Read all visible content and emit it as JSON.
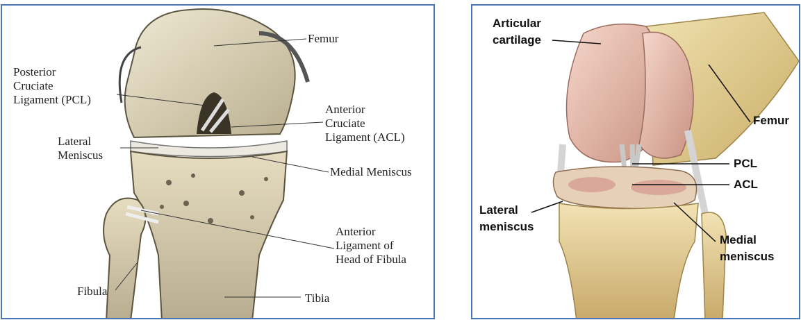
{
  "left_panel": {
    "labels": {
      "femur": "Femur",
      "pcl": "Posterior\nCruciate\nLigament (PCL)",
      "acl": "Anterior\nCruciate\nLigament (ACL)",
      "lateral_meniscus": "Lateral\nMeniscus",
      "medial_meniscus": "Medial Meniscus",
      "anterior_ligament_fibula": "Anterior\nLigament of\nHead of Fibula",
      "fibula": "Fibula",
      "tibia": "Tibia"
    }
  },
  "right_panel": {
    "labels": {
      "articular_cartilage": "Articular\ncartilage",
      "femur": "Femur",
      "pcl": "PCL",
      "acl": "ACL",
      "lateral_meniscus": "Lateral\nmeniscus",
      "medial_meniscus": "Medial\nmeniscus"
    }
  },
  "colors": {
    "frame_border": "#4a74b8",
    "bone_left": "#d9d0b4",
    "bone_right": "#e8d49a",
    "cartilage_right": "#e8b8a8"
  }
}
